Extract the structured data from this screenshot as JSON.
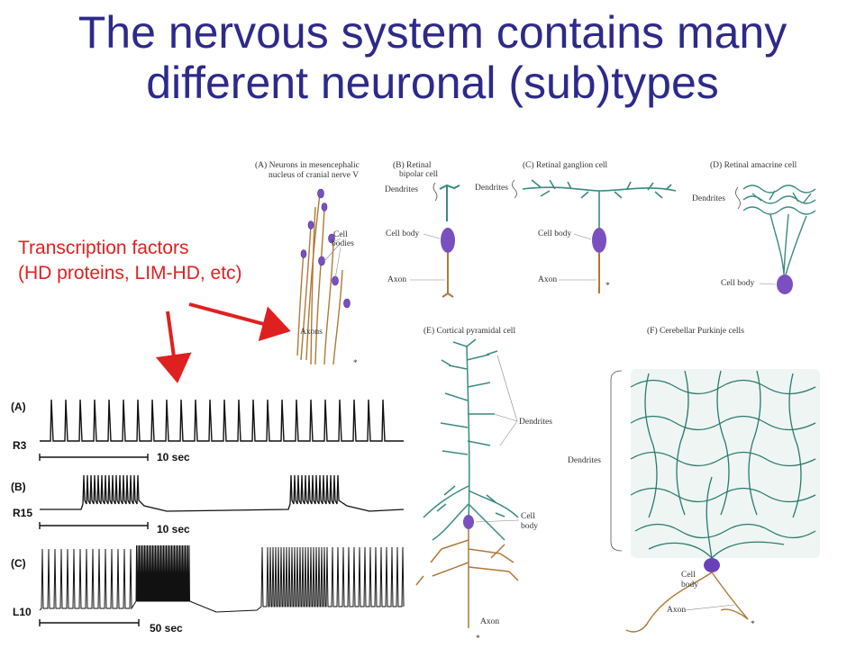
{
  "title_line1": "The nervous system contains many",
  "title_line2": "different neuronal (sub)types",
  "annotation_line1": "Transcription factors",
  "annotation_line2": "(HD proteins, LIM-HD, etc)",
  "colors": {
    "title": "#2e2a8a",
    "arrow": "#e02020",
    "dendrite": "#3a8a80",
    "axon": "#b07838",
    "soma": "#7a50c0"
  },
  "panels": {
    "A": {
      "heading1": "(A) Neurons in mesencephalic",
      "heading2": "nucleus of cranial nerve V",
      "cell": "Cell",
      "bodies": "bodies",
      "axons": "Axons",
      "star": "*"
    },
    "B": {
      "heading1": "(B) Retinal",
      "heading2": "bipolar cell",
      "dendrites": "Dendrites",
      "cellbody": "Cell body",
      "axon": "Axon"
    },
    "C": {
      "heading": "(C) Retinal ganglion cell",
      "dendrites": "Dendrites",
      "cellbody": "Cell body",
      "axon": "Axon",
      "star": "*"
    },
    "D": {
      "heading": "(D) Retinal amacrine cell",
      "dendrites": "Dendrites",
      "cellbody": "Cell body"
    },
    "E": {
      "heading": "(E) Cortical pyramidal cell",
      "dendrites": "Dendrites",
      "cell": "Cell",
      "body": "body",
      "axon": "Axon",
      "star": "*"
    },
    "F": {
      "heading": "(F) Cerebellar Purkinje cells",
      "dendrites": "Dendrites",
      "cell": "Cell",
      "body": "body",
      "axon": "Axon",
      "star": "*"
    }
  },
  "traces": [
    {
      "panel": "(A)",
      "name": "R3",
      "scale": "10 sec"
    },
    {
      "panel": "(B)",
      "name": "R15",
      "scale": "10 sec"
    },
    {
      "panel": "(C)",
      "name": "L10",
      "scale": "50 sec"
    }
  ]
}
